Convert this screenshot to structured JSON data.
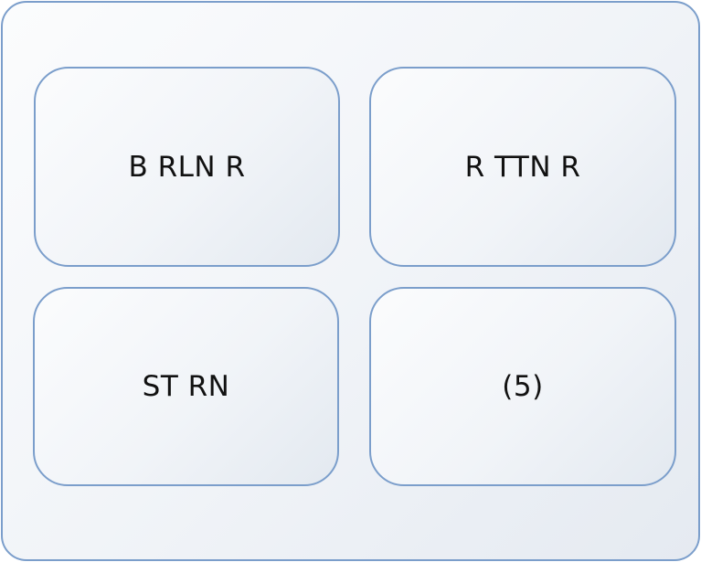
{
  "diagram": {
    "cells": [
      {
        "label": "B RLN R"
      },
      {
        "label": "R TTN R"
      },
      {
        "label": "ST RN"
      },
      {
        "label": "(5)"
      }
    ]
  }
}
